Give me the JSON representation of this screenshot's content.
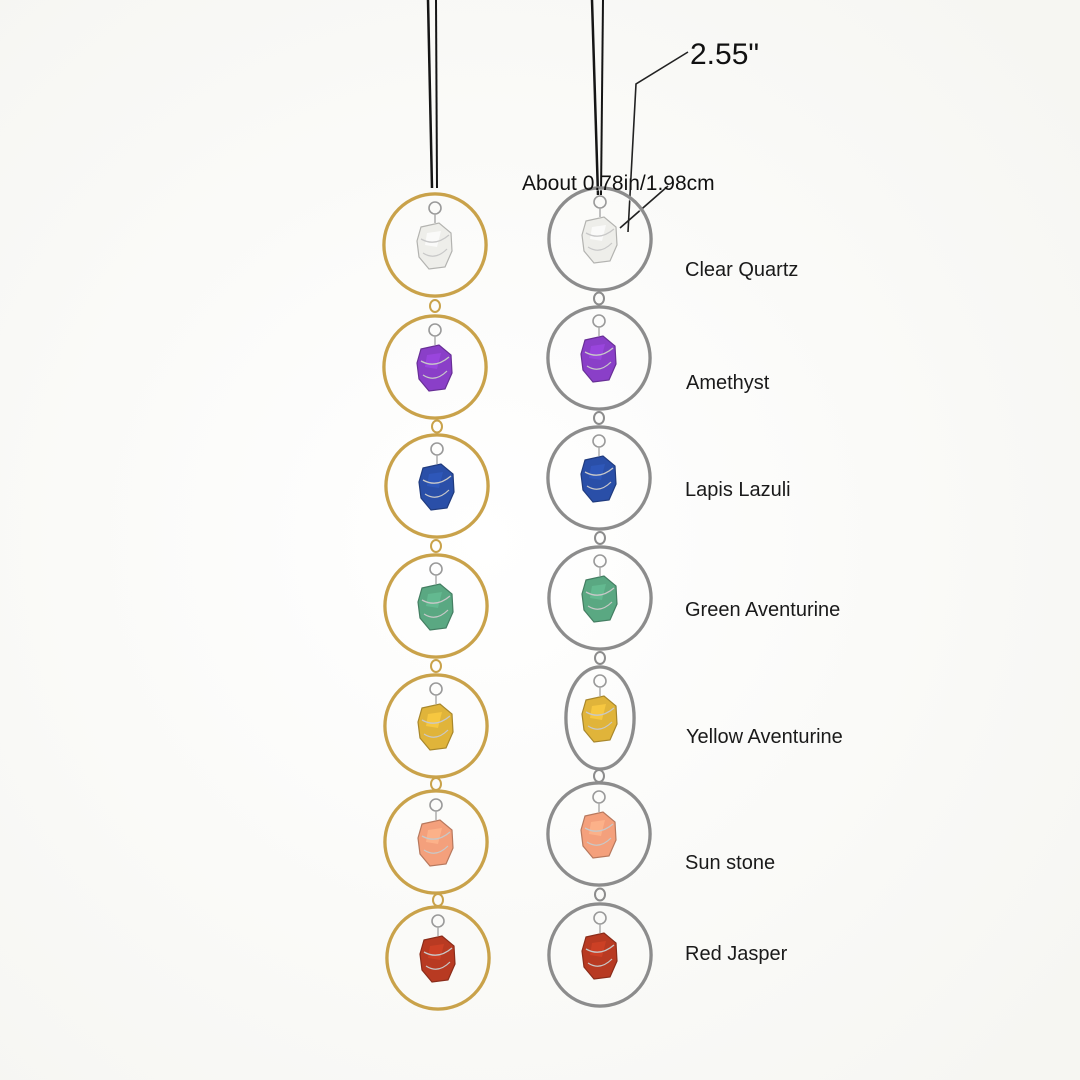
{
  "dimensions": {
    "overall": "2.55\"",
    "stone_size": "About 0.78in/1.98cm"
  },
  "stones": [
    {
      "name": "Clear Quartz",
      "color": "#eeeeea"
    },
    {
      "name": "Amethyst",
      "color": "#8a3fc8"
    },
    {
      "name": "Lapis Lazuli",
      "color": "#2a4fa8"
    },
    {
      "name": "Green Aventurine",
      "color": "#5aa882"
    },
    {
      "name": "Yellow Aventurine",
      "color": "#e0b43a"
    },
    {
      "name": "Sun stone",
      "color": "#f4a07c"
    },
    {
      "name": "Red Jasper",
      "color": "#b83a22"
    }
  ],
  "colors": {
    "gold_ring": "#c9a24a",
    "silver_ring": "#8c8c8c",
    "cord": "#151515",
    "background": "#ffffff"
  }
}
